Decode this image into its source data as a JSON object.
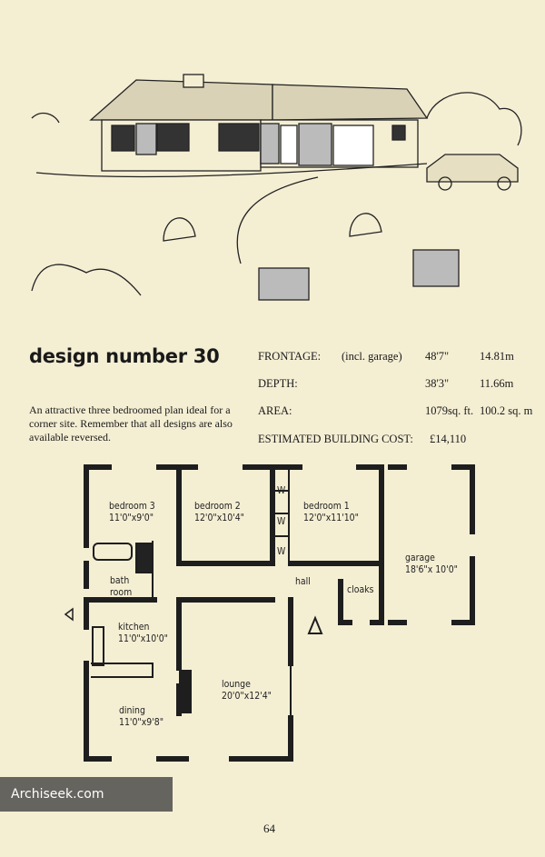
{
  "title": "design number 30",
  "description": "An attractive three bedroomed plan ideal for a corner site. Remember that all designs are also available reversed.",
  "specs": {
    "frontage": {
      "label": "FRONTAGE:",
      "note": "(incl. garage)",
      "imperial": "48'7\"",
      "metric": "14.81m"
    },
    "depth": {
      "label": "DEPTH:",
      "imperial": "38'3\"",
      "metric": "11.66m"
    },
    "area": {
      "label": "AREA:",
      "imperial": "1079sq. ft.",
      "metric": "100.2 sq. m"
    },
    "cost": {
      "label": "ESTIMATED BUILDING COST:",
      "value": "£14,110"
    }
  },
  "rooms": {
    "bedroom3": {
      "name": "bedroom 3",
      "size": "11'0\"x9'0\""
    },
    "bedroom2": {
      "name": "bedroom 2",
      "size": "12'0\"x10'4\""
    },
    "bedroom1": {
      "name": "bedroom 1",
      "size": "12'0\"x11'10\""
    },
    "garage": {
      "name": "garage",
      "size": "18'6\"x 10'0\""
    },
    "bath_line1": "bath",
    "bath_line2": "room",
    "hall": "hall",
    "cloaks": "cloaks",
    "kitchen": {
      "name": "kitchen",
      "size": "11'0\"x10'0\""
    },
    "lounge": {
      "name": "lounge",
      "size": "20'0\"x12'4\""
    },
    "dining": {
      "name": "dining",
      "size": "11'0\"x9'8\""
    },
    "wardrobe": "W"
  },
  "watermark": "Archiseek.com",
  "page_number": "64"
}
